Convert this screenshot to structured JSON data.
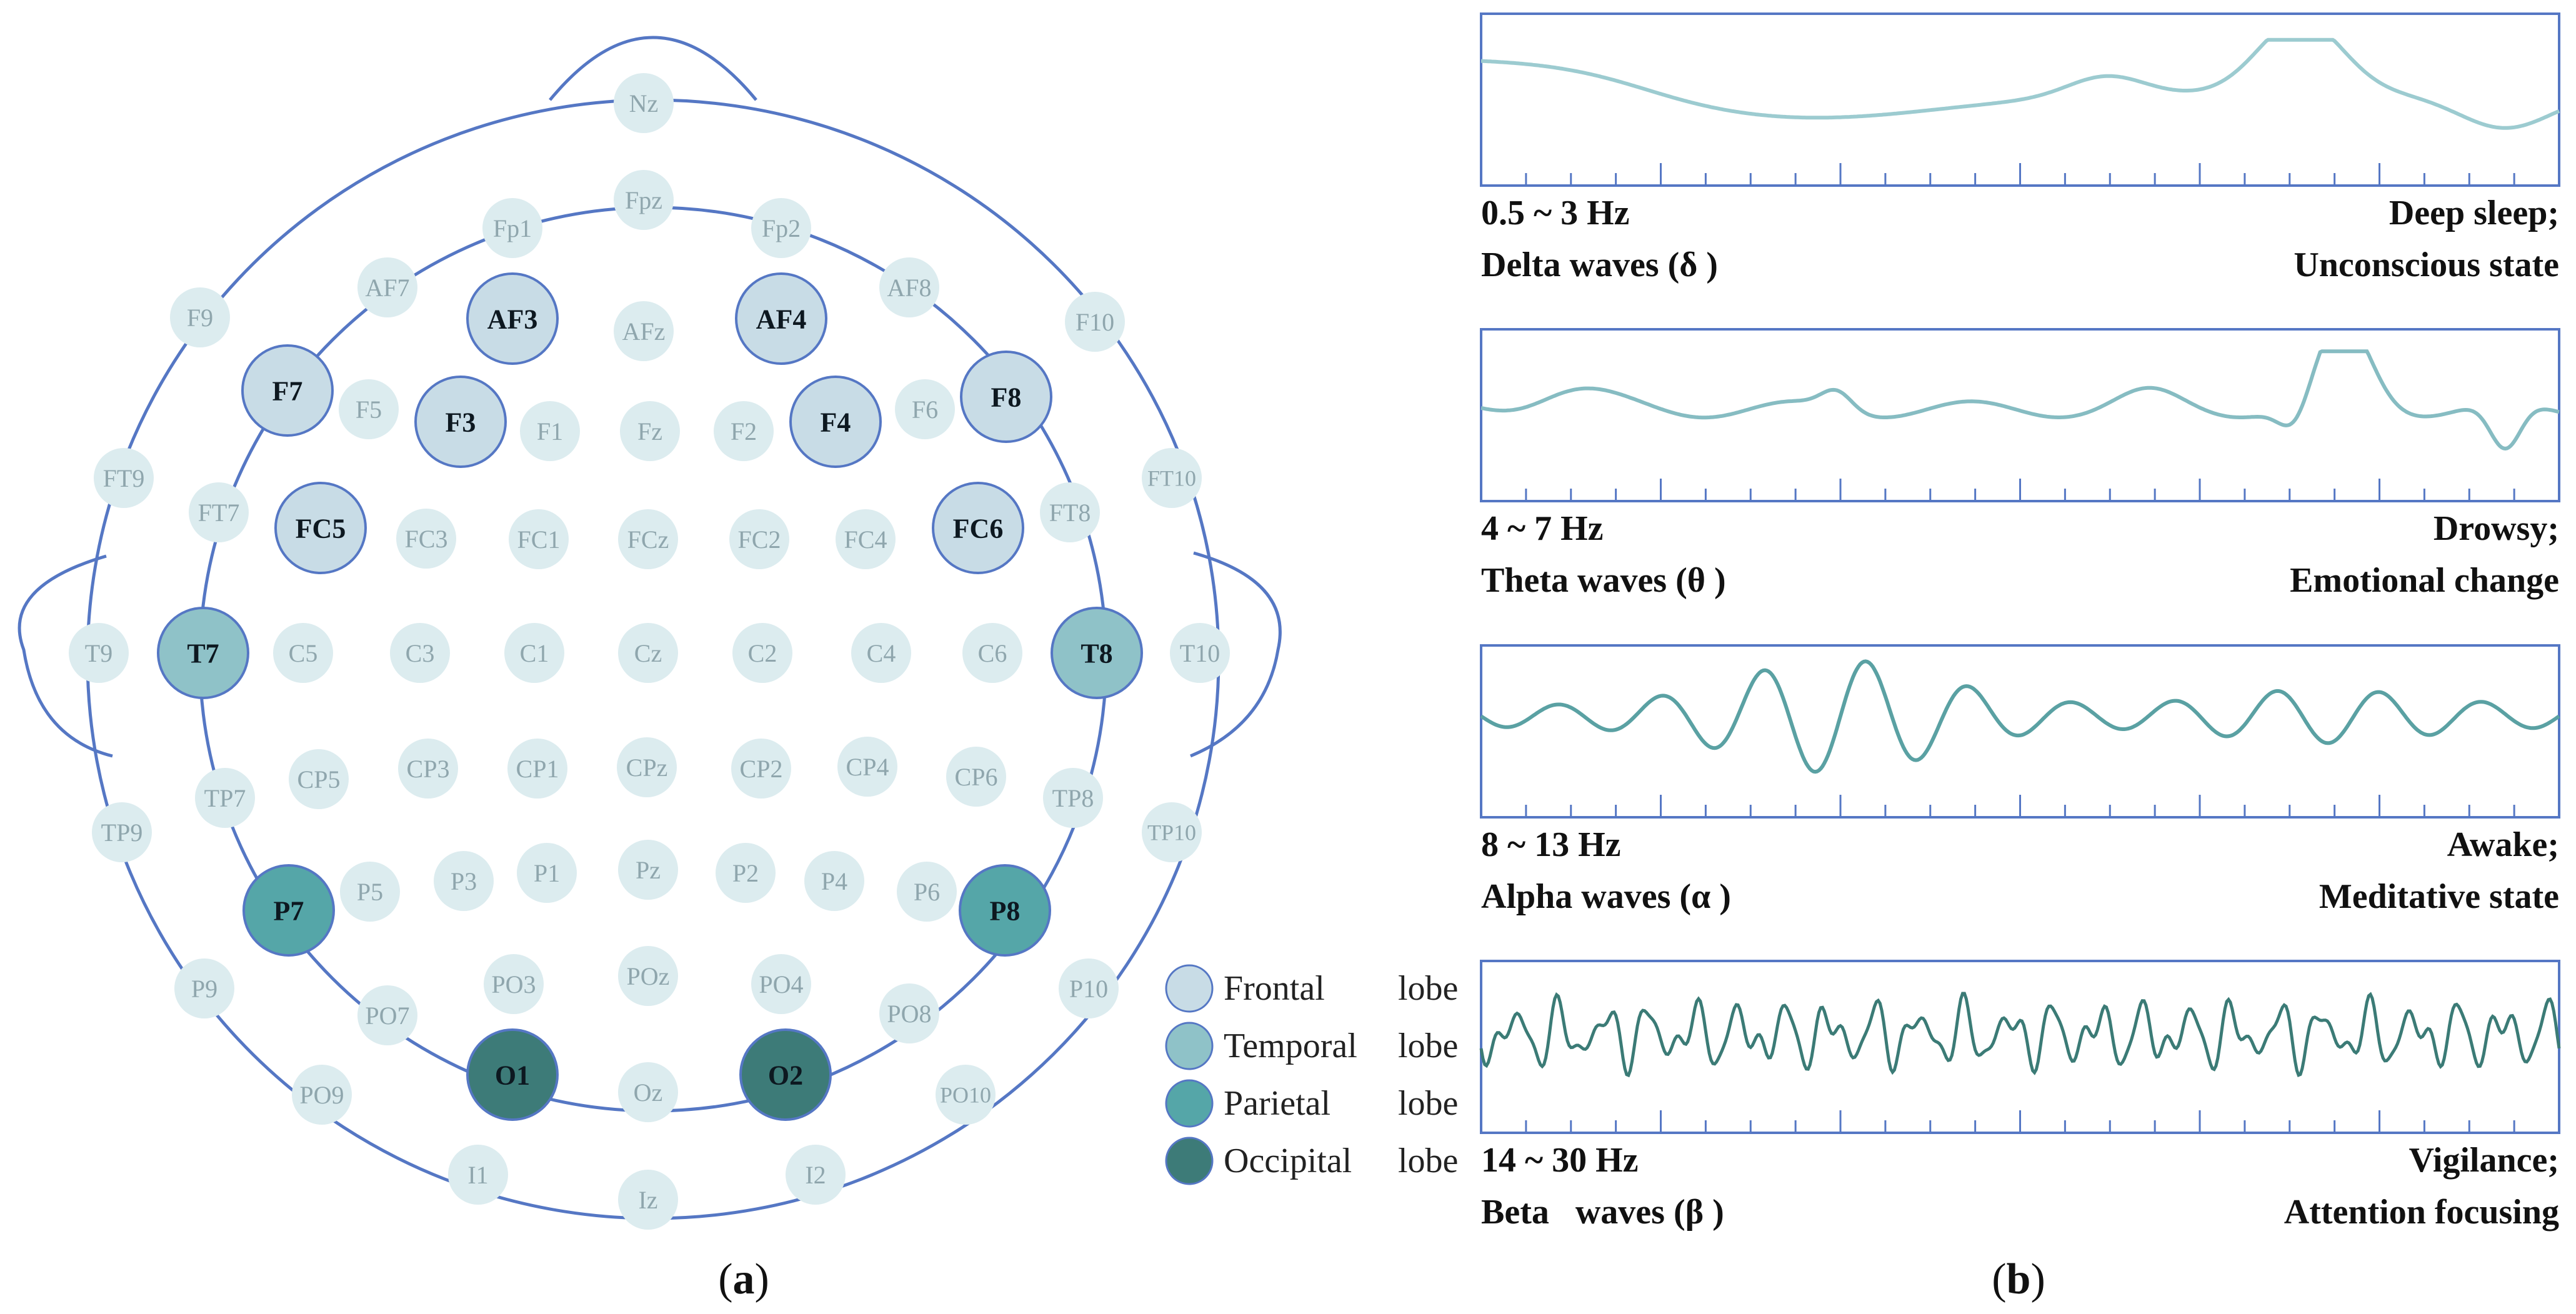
{
  "colors": {
    "outline": "#5577c4",
    "inactive_fill": "#dcecef",
    "inactive_text": "#8fa6ad",
    "frontal": "#c8dce6",
    "temporal": "#8fc2c8",
    "parietal": "#55a6a8",
    "occipital": "#3d7b78",
    "wave_delta": "#9ccbd0",
    "wave_theta": "#86bcc2",
    "wave_alpha": "#5aa1a3",
    "wave_beta": "#3b7b76"
  },
  "panel_a": {
    "caption_prefix": "(",
    "caption_letter": "a",
    "caption_suffix": ")",
    "electrodes": [
      {
        "name": "Nz",
        "lobe": "none"
      },
      {
        "name": "Fpz",
        "lobe": "none"
      },
      {
        "name": "Fp1",
        "lobe": "none"
      },
      {
        "name": "Fp2",
        "lobe": "none"
      },
      {
        "name": "AF7",
        "lobe": "none"
      },
      {
        "name": "AF3",
        "lobe": "frontal"
      },
      {
        "name": "AFz",
        "lobe": "none"
      },
      {
        "name": "AF4",
        "lobe": "frontal"
      },
      {
        "name": "AF8",
        "lobe": "none"
      },
      {
        "name": "F9",
        "lobe": "none"
      },
      {
        "name": "F10",
        "lobe": "none"
      },
      {
        "name": "F7",
        "lobe": "frontal"
      },
      {
        "name": "F5",
        "lobe": "none"
      },
      {
        "name": "F3",
        "lobe": "frontal"
      },
      {
        "name": "F1",
        "lobe": "none"
      },
      {
        "name": "Fz",
        "lobe": "none"
      },
      {
        "name": "F2",
        "lobe": "none"
      },
      {
        "name": "F4",
        "lobe": "frontal"
      },
      {
        "name": "F6",
        "lobe": "none"
      },
      {
        "name": "F8",
        "lobe": "frontal"
      },
      {
        "name": "FT9",
        "lobe": "none"
      },
      {
        "name": "FT10",
        "lobe": "none"
      },
      {
        "name": "FT7",
        "lobe": "none"
      },
      {
        "name": "FC5",
        "lobe": "frontal"
      },
      {
        "name": "FC3",
        "lobe": "none"
      },
      {
        "name": "FC1",
        "lobe": "none"
      },
      {
        "name": "FCz",
        "lobe": "none"
      },
      {
        "name": "FC2",
        "lobe": "none"
      },
      {
        "name": "FC4",
        "lobe": "none"
      },
      {
        "name": "FC6",
        "lobe": "frontal"
      },
      {
        "name": "FT8",
        "lobe": "none"
      },
      {
        "name": "T9",
        "lobe": "none"
      },
      {
        "name": "T7",
        "lobe": "temporal"
      },
      {
        "name": "C5",
        "lobe": "none"
      },
      {
        "name": "C3",
        "lobe": "none"
      },
      {
        "name": "C1",
        "lobe": "none"
      },
      {
        "name": "Cz",
        "lobe": "none"
      },
      {
        "name": "C2",
        "lobe": "none"
      },
      {
        "name": "C4",
        "lobe": "none"
      },
      {
        "name": "C6",
        "lobe": "none"
      },
      {
        "name": "T8",
        "lobe": "temporal"
      },
      {
        "name": "T10",
        "lobe": "none"
      },
      {
        "name": "TP7",
        "lobe": "none"
      },
      {
        "name": "CP5",
        "lobe": "none"
      },
      {
        "name": "CP3",
        "lobe": "none"
      },
      {
        "name": "CP1",
        "lobe": "none"
      },
      {
        "name": "CPz",
        "lobe": "none"
      },
      {
        "name": "CP2",
        "lobe": "none"
      },
      {
        "name": "CP4",
        "lobe": "none"
      },
      {
        "name": "CP6",
        "lobe": "none"
      },
      {
        "name": "TP8",
        "lobe": "none"
      },
      {
        "name": "TP9",
        "lobe": "none"
      },
      {
        "name": "TP10",
        "lobe": "none"
      },
      {
        "name": "P7",
        "lobe": "parietal"
      },
      {
        "name": "P5",
        "lobe": "none"
      },
      {
        "name": "P3",
        "lobe": "none"
      },
      {
        "name": "P1",
        "lobe": "none"
      },
      {
        "name": "Pz",
        "lobe": "none"
      },
      {
        "name": "P2",
        "lobe": "none"
      },
      {
        "name": "P4",
        "lobe": "none"
      },
      {
        "name": "P6",
        "lobe": "none"
      },
      {
        "name": "P8",
        "lobe": "parietal"
      },
      {
        "name": "P9",
        "lobe": "none"
      },
      {
        "name": "P10",
        "lobe": "none"
      },
      {
        "name": "PO7",
        "lobe": "none"
      },
      {
        "name": "PO3",
        "lobe": "none"
      },
      {
        "name": "POz",
        "lobe": "none"
      },
      {
        "name": "PO4",
        "lobe": "none"
      },
      {
        "name": "PO8",
        "lobe": "none"
      },
      {
        "name": "O1",
        "lobe": "occipital"
      },
      {
        "name": "Oz",
        "lobe": "none"
      },
      {
        "name": "O2",
        "lobe": "occipital"
      },
      {
        "name": "PO9",
        "lobe": "none"
      },
      {
        "name": "PO10",
        "lobe": "none"
      },
      {
        "name": "I1",
        "lobe": "none"
      },
      {
        "name": "Iz",
        "lobe": "none"
      },
      {
        "name": "I2",
        "lobe": "none"
      }
    ],
    "legend": [
      {
        "label": "Frontal",
        "suffix": "lobe",
        "lobe": "frontal"
      },
      {
        "label": "Temporal",
        "suffix": "lobe",
        "lobe": "temporal"
      },
      {
        "label": "Parietal",
        "suffix": "lobe",
        "lobe": "parietal"
      },
      {
        "label": "Occipital",
        "suffix": "lobe",
        "lobe": "occipital"
      }
    ]
  },
  "panel_b": {
    "caption_prefix": "(",
    "caption_letter": "b",
    "caption_suffix": ")",
    "waves": [
      {
        "id": "delta",
        "range": "0.5 ~ 3 Hz",
        "name": "Delta waves (δ )",
        "state_line1": "Deep sleep;",
        "state_line2": "Unconscious state"
      },
      {
        "id": "theta",
        "range": "4 ~ 7 Hz",
        "name": "Theta waves (θ )",
        "state_line1": "Drowsy;",
        "state_line2": "Emotional change"
      },
      {
        "id": "alpha",
        "range": "8 ~ 13 Hz",
        "name": "Alpha waves (α )",
        "state_line1": "Awake;",
        "state_line2": "Meditative state"
      },
      {
        "id": "beta",
        "range": "14 ~ 30 Hz",
        "name": "Beta   waves (β )",
        "state_line1": "Vigilance;",
        "state_line2": "Attention focusing"
      }
    ]
  }
}
